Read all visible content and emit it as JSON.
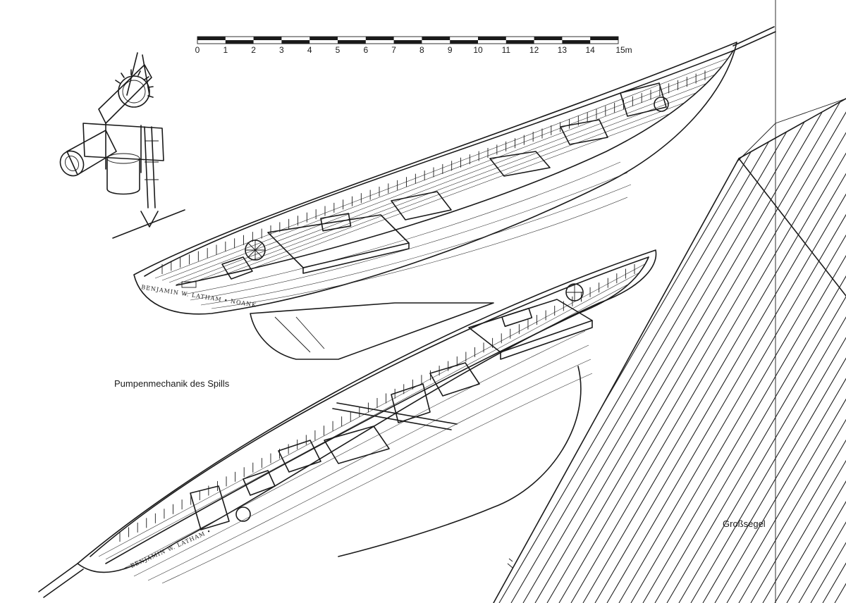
{
  "scale_bar": {
    "ticks": [
      "0",
      "1",
      "2",
      "3",
      "4",
      "5",
      "6",
      "7",
      "8",
      "9",
      "10",
      "11",
      "12",
      "13",
      "14",
      "15m"
    ]
  },
  "labels": {
    "pump_mechanism": "Pumpenmechanik des Spills",
    "mainsail": "Großsegel"
  },
  "hull_names": {
    "upper": "BENJAMIN W. LATHAM • NOANK",
    "lower": "• BENJAMIN W. LATHAM •"
  }
}
